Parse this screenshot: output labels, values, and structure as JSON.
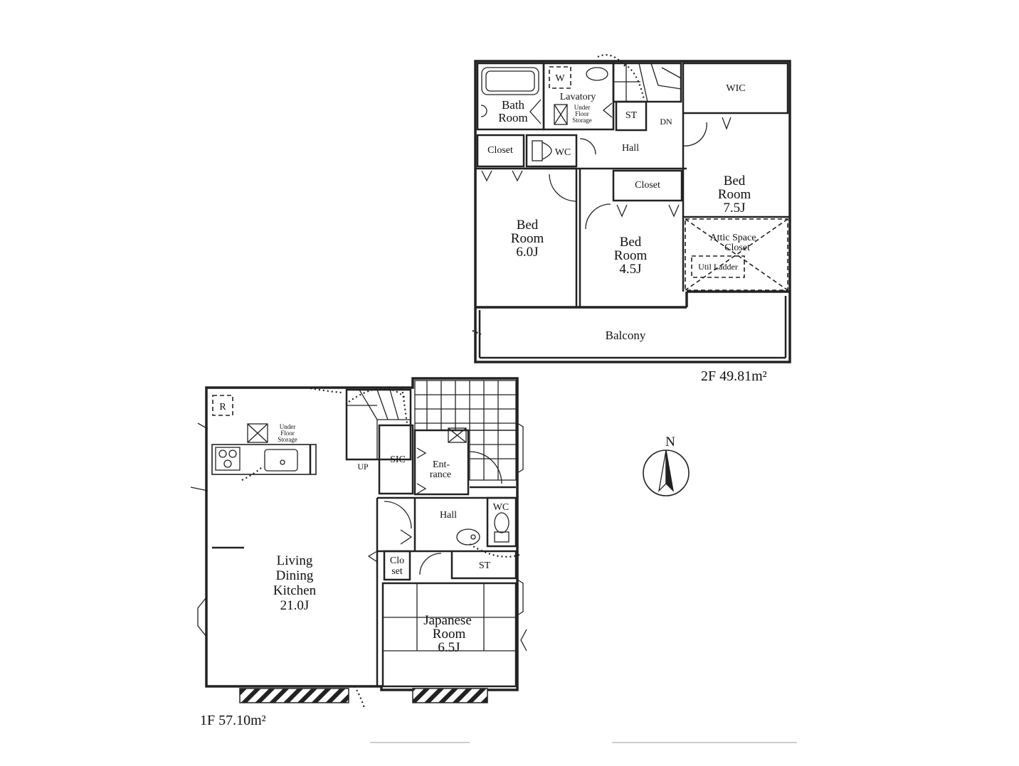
{
  "floor2": {
    "area_label": "2F  49.81m²",
    "rooms": {
      "bath": [
        "Bath",
        "Room"
      ],
      "lavatory": "Lavatory",
      "under_floor_storage": [
        "Under",
        "Floor",
        "Storage"
      ],
      "washer_mark": "W",
      "storage_st": "ST",
      "down_mark": "DN",
      "wic": "WIC",
      "closet_left": "Closet",
      "wc": "WC",
      "hall": "Hall",
      "closet_mid": "Closet",
      "bedroom_east": [
        "Bed",
        "Room",
        "7.5J"
      ],
      "attic": [
        "Attic Space",
        "Closet"
      ],
      "ladder": "Util Ladder",
      "bedroom_west": [
        "Bed",
        "Room",
        "6.0J"
      ],
      "bedroom_mid": [
        "Bed",
        "Room",
        "4.5J"
      ],
      "balcony": "Balcony"
    }
  },
  "floor1": {
    "area_label": "1F  57.10m²",
    "rooms": {
      "fridge_mark": "R",
      "under_floor_storage": [
        "Under",
        "Floor",
        "Storage"
      ],
      "up_mark": "UP",
      "sic": "SIC",
      "entrance": [
        "Ent-",
        "rance"
      ],
      "hall": "Hall",
      "wc": "WC",
      "closet": [
        "Clo",
        "set"
      ],
      "storage_st": "ST",
      "ldk": [
        "Living",
        "Dining",
        "Kitchen",
        "21.0J"
      ],
      "japanese": [
        "Japanese",
        "Room",
        "6.5J"
      ]
    }
  },
  "compass": {
    "label": "N"
  }
}
